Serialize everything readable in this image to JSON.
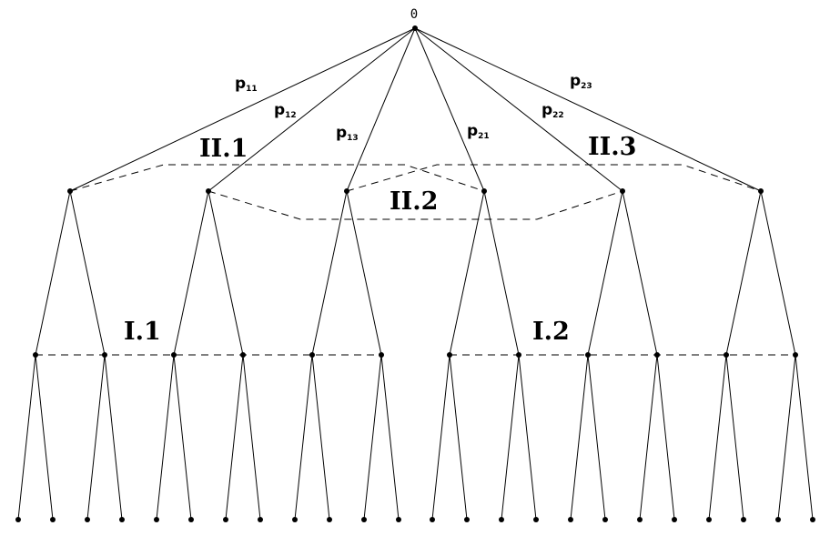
{
  "root": {
    "label": "0"
  },
  "chance_branches": [
    {
      "base": "p",
      "sub": "11"
    },
    {
      "base": "p",
      "sub": "12"
    },
    {
      "base": "p",
      "sub": "13"
    },
    {
      "base": "p",
      "sub": "21"
    },
    {
      "base": "p",
      "sub": "22"
    },
    {
      "base": "p",
      "sub": "23"
    }
  ],
  "information_sets": {
    "player2": [
      "II.1",
      "II.2",
      "II.3"
    ],
    "player1": [
      "I.1",
      "I.2"
    ]
  },
  "structure": {
    "level1_nodes": 6,
    "level2_children_per_node": 2,
    "level3_children_per_node": 2,
    "leaves": 24
  }
}
